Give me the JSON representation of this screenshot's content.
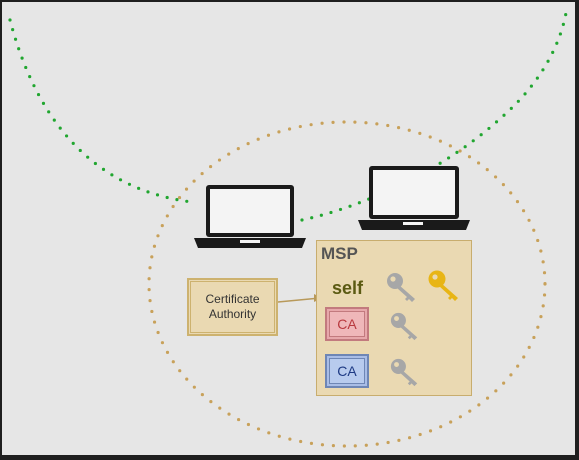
{
  "msp": {
    "label": "MSP",
    "self_label": "self"
  },
  "ca_boxes": [
    {
      "label": "CA",
      "color": "#b83a3f"
    },
    {
      "label": "CA",
      "color": "#1e3a84"
    }
  ],
  "certificate_authority": {
    "line1": "Certificate",
    "line2": "Authority"
  },
  "colors": {
    "green_dots": "#21a630",
    "tan_dots": "#c8a15a",
    "laptop": "#1a1a1a",
    "key_gray": "#a7a7a7",
    "key_gold": "#e8b515",
    "box_fill": "#ead9b2"
  },
  "icons": [
    "laptop-icon",
    "laptop-icon",
    "key-icon",
    "key-icon",
    "key-icon",
    "key-icon"
  ]
}
